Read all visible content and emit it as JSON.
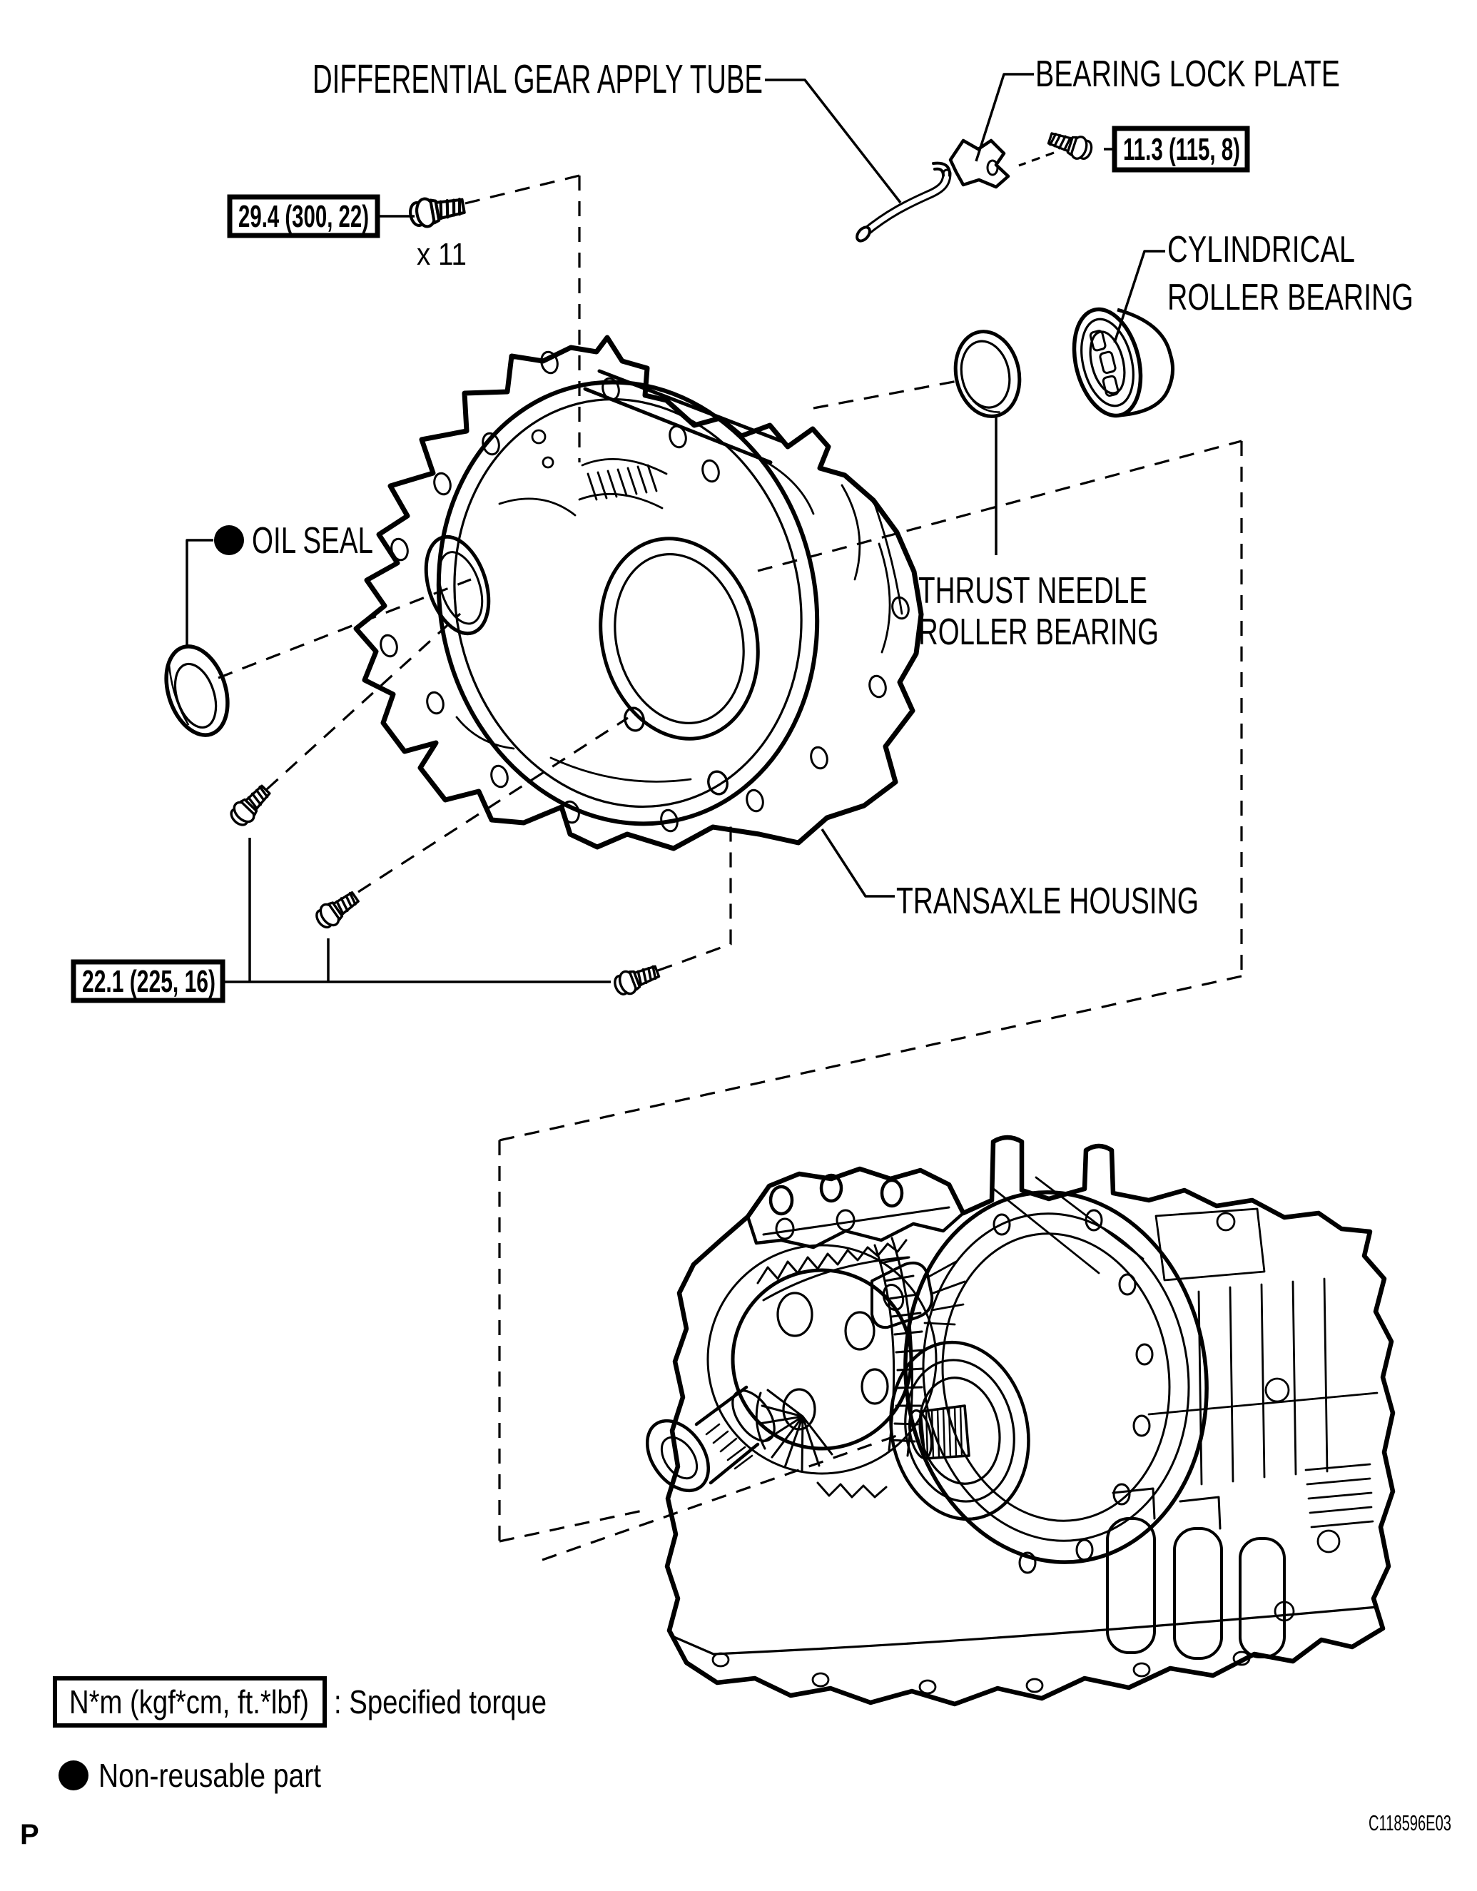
{
  "page": {
    "background": "#ffffff",
    "line_color": "#000000",
    "page_marker": "P",
    "figure_code": "C118596E03"
  },
  "labels": {
    "differential_gear_apply_tube": "DIFFERENTIAL GEAR APPLY TUBE",
    "bearing_lock_plate": "BEARING LOCK PLATE",
    "cylindrical_roller_bearing": [
      "CYLINDRICAL",
      "ROLLER BEARING"
    ],
    "oil_seal": "OIL SEAL",
    "thrust_needle_roller_bearing": [
      "THRUST NEEDLE",
      "ROLLER BEARING"
    ],
    "transaxle_housing": "TRANSAXLE HOUSING"
  },
  "torque_specs": {
    "housing_bolt": {
      "value": "29.4 (300, 22)",
      "count": "x 11"
    },
    "lock_plate_bolt": {
      "value": "11.3 (115, 8)"
    },
    "case_bolt": {
      "value": "22.1 (225, 16)"
    }
  },
  "legend": {
    "torque_unit_box": "N*m (kgf*cm, ft.*lbf)",
    "torque_caption": ": Specified torque",
    "non_reusable_icon": "filled-circle",
    "non_reusable_caption": "Non-reusable part"
  }
}
